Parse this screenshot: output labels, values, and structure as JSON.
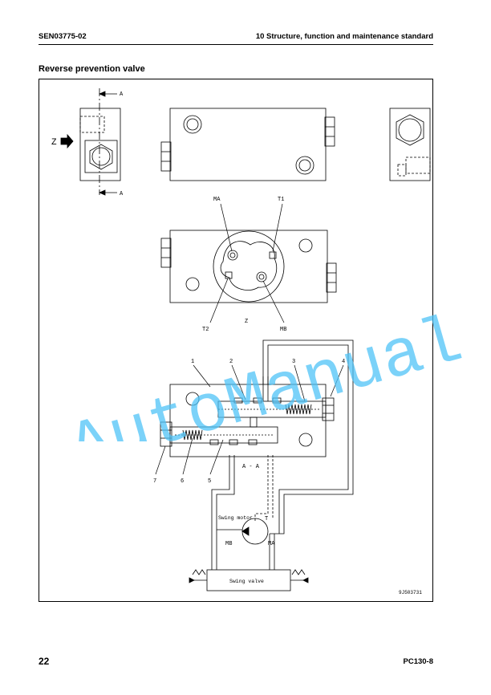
{
  "header": {
    "doc_code": "SEN03775-02",
    "chapter": "10 Structure, function and maintenance standard"
  },
  "section": {
    "title": "Reverse prevention valve"
  },
  "figure": {
    "section_mark": "A",
    "view_label": "Z",
    "port_ma": "MA",
    "port_t1": "T1",
    "port_t2": "T2",
    "port_mb": "MB",
    "section_label": "A - A",
    "motor_label": "Swing motor",
    "motor_t": "T",
    "motor_mb": "MB",
    "motor_ma": "MA",
    "swing_valve_label": "Swing valve",
    "callouts": [
      "1",
      "2",
      "3",
      "4",
      "5",
      "6",
      "7"
    ],
    "figure_id": "9J503731"
  },
  "watermark": {
    "text": "AutoManual",
    "color": "#4fc3f7"
  },
  "footer": {
    "page_number": "22",
    "model": "PC130-8"
  }
}
